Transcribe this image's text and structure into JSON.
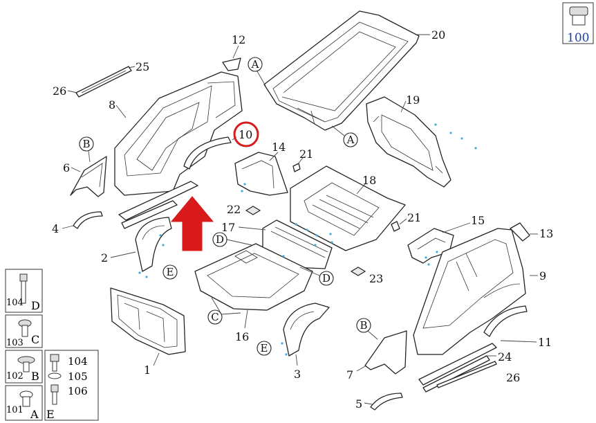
{
  "callouts": {
    "n1": "1",
    "n2": "2",
    "n3": "3",
    "n4": "4",
    "n5": "5",
    "n6": "6",
    "n7": "7",
    "n8": "8",
    "n9": "9",
    "n10": "10",
    "n11": "11",
    "n12": "12",
    "n13": "13",
    "n14": "14",
    "n15": "15",
    "n16": "16",
    "n17": "17",
    "n18": "18",
    "n19": "19",
    "n20": "20",
    "n21a": "21",
    "n21b": "21",
    "n22": "22",
    "n23": "23",
    "n24": "24",
    "n25": "25",
    "n26a": "26",
    "n26b": "26"
  },
  "markers": {
    "A1": "A",
    "A2": "A",
    "B1": "B",
    "B2": "B",
    "C1": "C",
    "D1": "D",
    "D2": "D",
    "E1": "E",
    "E2": "E"
  },
  "fasteners": {
    "f100": "100",
    "f104a": "104",
    "f104a_letter": "D",
    "f103": "103",
    "f103_letter": "C",
    "f102": "102",
    "f102_letter": "B",
    "f101": "101",
    "f101_letter": "A",
    "f104b": "104",
    "f105": "105",
    "f106": "106",
    "fE_letter": "E"
  },
  "colors": {
    "highlight": "#d91a1a",
    "accent_dots": "#4aa8d8",
    "link_blue": "#1a3fa8"
  }
}
